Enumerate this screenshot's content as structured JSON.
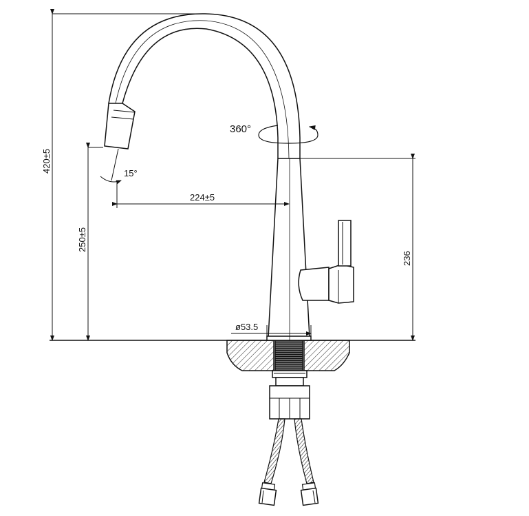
{
  "drawing": {
    "height_total_label": "420±5",
    "spout_height_label": "250±5",
    "reach_label": "224±5",
    "body_height_label": "236",
    "base_diameter_label": "ø53.5",
    "swivel_label": "360°",
    "tilt_label": "15°"
  }
}
